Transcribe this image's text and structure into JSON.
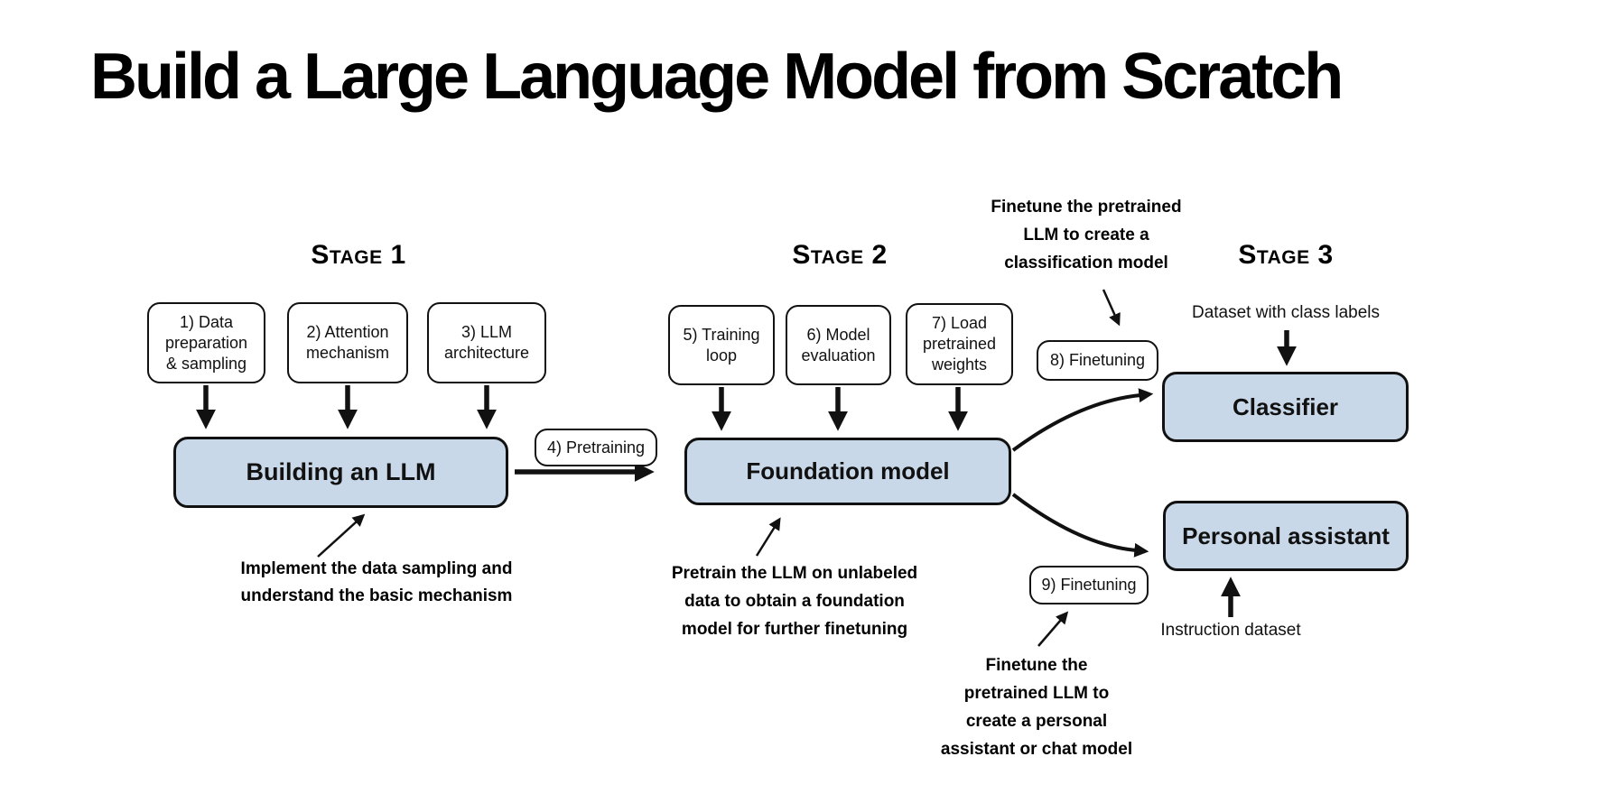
{
  "title": "Build a Large Language Model from Scratch",
  "stage_labels": {
    "stage1": "Stage 1",
    "stage2": "Stage 2",
    "stage3": "Stage 3"
  },
  "step_boxes": {
    "step1": {
      "line1": "1) Data",
      "line2": "preparation",
      "line3": "& sampling"
    },
    "step2": {
      "line1": "2) Attention",
      "line2": "mechanism"
    },
    "step3": {
      "line1": "3) LLM",
      "line2": "architecture"
    },
    "step4": {
      "label": "4) Pretraining"
    },
    "step5": {
      "line1": "5) Training",
      "line2": "loop"
    },
    "step6": {
      "line1": "6) Model",
      "line2": "evaluation"
    },
    "step7": {
      "line1": "7) Load",
      "line2": "pretrained",
      "line3": "weights"
    },
    "step8": {
      "label": "8) Finetuning"
    },
    "step9": {
      "label": "9) Finetuning"
    }
  },
  "model_boxes": {
    "building_llm": "Building an LLM",
    "foundation_model": "Foundation model",
    "classifier": "Classifier",
    "personal_assistant": "Personal assistant"
  },
  "annotations": {
    "stage1_note": {
      "line1": "Implement the data sampling and",
      "line2": "understand the basic mechanism"
    },
    "stage2_note": {
      "line1": "Pretrain the LLM on unlabeled",
      "line2": "data to obtain a foundation",
      "line3": "model for further finetuning"
    },
    "classification_note": {
      "line1": "Finetune the pretrained",
      "line2": "LLM to create a",
      "line3": "classification model"
    },
    "assistant_note": {
      "line1": "Finetune the",
      "line2": "pretrained LLM to",
      "line3": "create a personal",
      "line4": "assistant or chat model"
    },
    "class_dataset_label": "Dataset with class labels",
    "instruction_dataset_label": "Instruction dataset"
  },
  "colors": {
    "model_box_fill": "#c9d8e8",
    "box_border": "#111111",
    "background": "#ffffff",
    "text": "#111111"
  }
}
